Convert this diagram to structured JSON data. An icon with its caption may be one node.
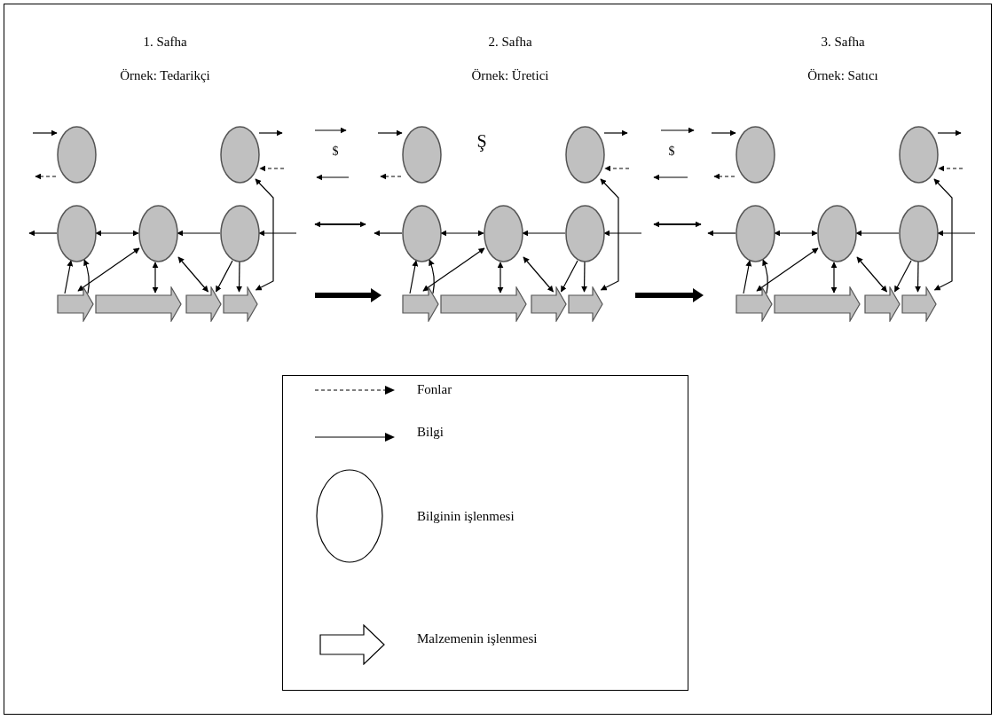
{
  "diagram": {
    "nodes": [
      {
        "text": [],
        "shape": "circle"
      },
      {
        "text": [],
        "shape": "circle"
      },
      {
        "text": [],
        "shape": "circle"
      },
      {
        "text": [],
        "shape": "circle"
      },
      {
        "text": [],
        "shape": "circle"
      },
      {
        "text": [],
        "shape": "arrow"
      },
      {
        "text": [],
        "shape": "arrow"
      },
      {
        "text": [],
        "shape": "arrow"
      },
      {
        "text": [],
        "shape": "arrow"
      },
      {
        "text": [],
        "shape": "circle"
      },
      {
        "text": [],
        "shape": "circle"
      },
      {
        "text": [],
        "shape": "circle"
      },
      {
        "text": [],
        "shape": "circle"
      },
      {
        "text": [],
        "shape": "circle"
      },
      {
        "text": [],
        "shape": "arrow"
      },
      {
        "text": [],
        "shape": "arrow"
      },
      {
        "text": [],
        "shape": "arrow"
      },
      {
        "text": [],
        "shape": "arrow"
      },
      {
        "text": [],
        "shape": "circle"
      },
      {
        "text": [],
        "shape": "circle"
      },
      {
        "text": [],
        "shape": "circle"
      },
      {
        "text": [],
        "shape": "circle"
      },
      {
        "text": [],
        "shape": "circle"
      },
      {
        "text": [],
        "shape": "arrow"
      },
      {
        "text": [],
        "shape": "arrow"
      },
      {
        "text": [],
        "shape": "arrow"
      },
      {
        "text": [],
        "shape": "arrow"
      }
    ],
    "edges": [
      {
        "from": null,
        "to": 0,
        "arrow": "to"
      },
      {
        "from": 0,
        "to": null,
        "arrow": "to",
        "style": "dashed"
      },
      {
        "from": 1,
        "to": null,
        "arrow": "to"
      },
      {
        "from": null,
        "to": 1,
        "arrow": "to",
        "style": "dashed"
      },
      {
        "from": 2,
        "to": null,
        "arrow": "to"
      },
      {
        "from": 2,
        "to": 3,
        "arrow": "both"
      },
      {
        "from": 4,
        "to": 3,
        "arrow": "to"
      },
      {
        "from": null,
        "to": 4,
        "arrow": "to"
      },
      {
        "from": 5,
        "to": 2,
        "arrow": "to"
      },
      {
        "from": 5,
        "to": 2,
        "arrow": "to"
      },
      {
        "from": 5,
        "to": 3,
        "arrow": "both"
      },
      {
        "from": 3,
        "to": 6,
        "arrow": "both"
      },
      {
        "from": 3,
        "to": 7,
        "arrow": "both"
      },
      {
        "from": 4,
        "to": 7,
        "arrow": "to"
      },
      {
        "from": 4,
        "to": 8,
        "arrow": "to"
      },
      {
        "from": 8,
        "to": 1,
        "arrow": "both"
      },
      {
        "from": null,
        "to": 9,
        "arrow": "to"
      },
      {
        "from": 9,
        "to": null,
        "arrow": "to",
        "style": "dashed"
      },
      {
        "from": 10,
        "to": null,
        "arrow": "to"
      },
      {
        "from": null,
        "to": 10,
        "arrow": "to",
        "style": "dashed"
      },
      {
        "from": 11,
        "to": null,
        "arrow": "to"
      },
      {
        "from": 11,
        "to": 12,
        "arrow": "both"
      },
      {
        "from": 13,
        "to": 12,
        "arrow": "to"
      },
      {
        "from": null,
        "to": 13,
        "arrow": "to"
      },
      {
        "from": 14,
        "to": 11,
        "arrow": "to"
      },
      {
        "from": 14,
        "to": 11,
        "arrow": "to"
      },
      {
        "from": 14,
        "to": 12,
        "arrow": "both"
      },
      {
        "from": 12,
        "to": 15,
        "arrow": "both"
      },
      {
        "from": 12,
        "to": 16,
        "arrow": "both"
      },
      {
        "from": 13,
        "to": 16,
        "arrow": "to"
      },
      {
        "from": 13,
        "to": 17,
        "arrow": "to"
      },
      {
        "from": 17,
        "to": 10,
        "arrow": "both"
      },
      {
        "from": null,
        "to": 18,
        "arrow": "to"
      },
      {
        "from": 18,
        "to": null,
        "arrow": "to",
        "style": "dashed"
      },
      {
        "from": 19,
        "to": null,
        "arrow": "to"
      },
      {
        "from": null,
        "to": 19,
        "arrow": "to",
        "style": "dashed"
      },
      {
        "from": 20,
        "to": null,
        "arrow": "to"
      },
      {
        "from": 20,
        "to": 21,
        "arrow": "both"
      },
      {
        "from": 22,
        "to": 21,
        "arrow": "to"
      },
      {
        "from": null,
        "to": 22,
        "arrow": "to"
      },
      {
        "from": 23,
        "to": 20,
        "arrow": "to"
      },
      {
        "from": 23,
        "to": 20,
        "arrow": "to"
      },
      {
        "from": 23,
        "to": 21,
        "arrow": "both"
      },
      {
        "from": 21,
        "to": 24,
        "arrow": "both"
      },
      {
        "from": 21,
        "to": 25,
        "arrow": "both"
      },
      {
        "from": 22,
        "to": 25,
        "arrow": "to"
      },
      {
        "from": 22,
        "to": 26,
        "arrow": "to"
      },
      {
        "from": 26,
        "to": 19,
        "arrow": "both"
      }
    ],
    "labels": [
      "1. Safha",
      "2. Safha",
      "3. Safha",
      "Örnek: Tedarikçi",
      "Örnek: Üretici",
      "Örnek: Satıcı",
      "$",
      "Ş",
      "$"
    ],
    "legend": [
      {
        "text": "Fonlar"
      },
      {
        "text": "Bilgi"
      },
      {
        "text": "Bilginin işlenmesi"
      },
      {
        "text": "Malzemenin işlenmesi"
      }
    ]
  }
}
